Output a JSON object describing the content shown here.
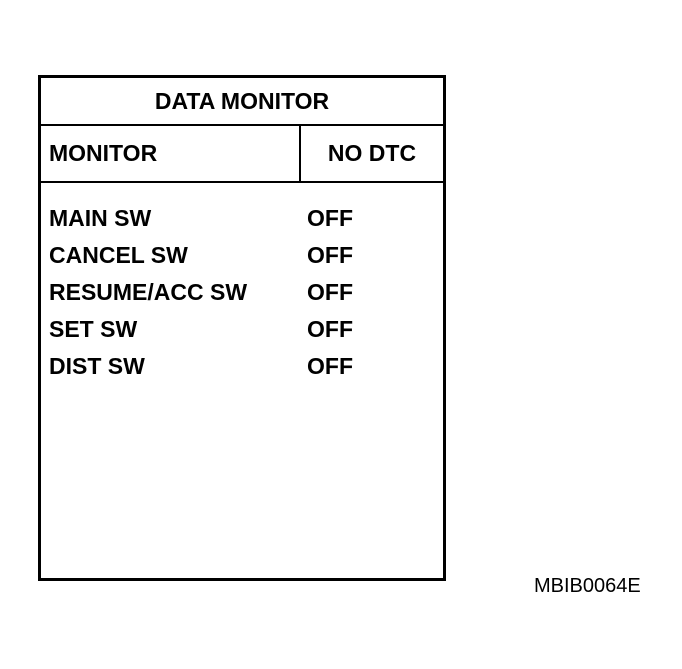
{
  "title": "DATA MONITOR",
  "header": {
    "monitor_label": "MONITOR",
    "status": "NO DTC"
  },
  "items": [
    {
      "label": "MAIN SW",
      "value": "OFF"
    },
    {
      "label": "CANCEL SW",
      "value": "OFF"
    },
    {
      "label": "RESUME/ACC SW",
      "value": "OFF"
    },
    {
      "label": "SET SW",
      "value": "OFF"
    },
    {
      "label": "DIST SW",
      "value": "OFF"
    }
  ],
  "figure_code": "MBIB0064E"
}
